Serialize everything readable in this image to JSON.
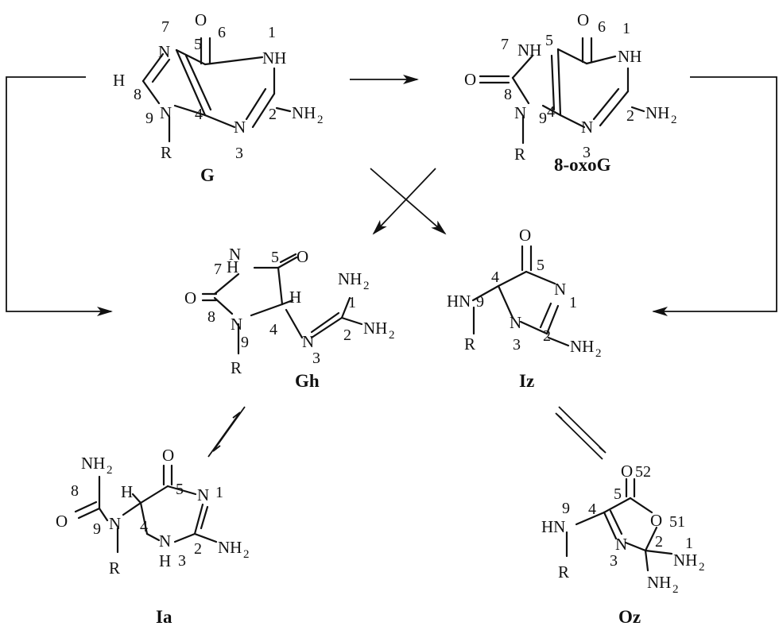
{
  "molecules": {
    "G": {
      "name": "G"
    },
    "oxoG": {
      "name": "8-oxoG"
    },
    "Gh": {
      "name": "Gh"
    },
    "Iz": {
      "name": "Iz"
    },
    "Ia": {
      "name": "Ia"
    },
    "Oz": {
      "name": "Oz"
    }
  },
  "atoms": {
    "O": "O",
    "N": "N",
    "NH": "NH",
    "H": "H",
    "R": "R",
    "HN": "HN",
    "NH2": "NH",
    "two": "2"
  },
  "numbers": {
    "n1": "1",
    "n2": "2",
    "n3": "3",
    "n4": "4",
    "n5": "5",
    "n6": "6",
    "n7": "7",
    "n8": "8",
    "n9": "9",
    "n51": "51",
    "n52": "52"
  },
  "colors": {
    "ink": "#111111",
    "background": "#ffffff"
  }
}
